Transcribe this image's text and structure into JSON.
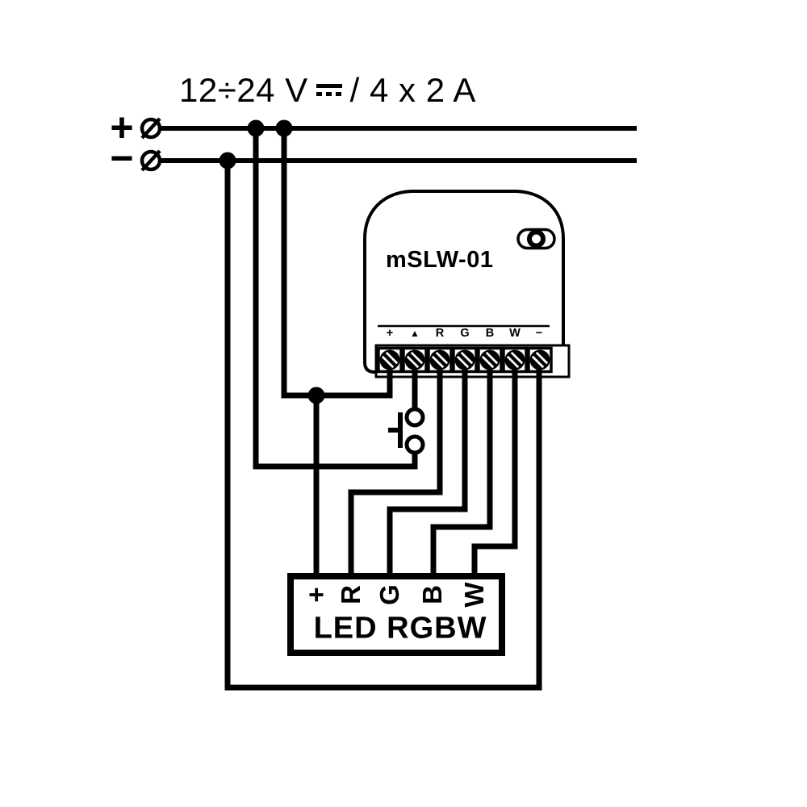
{
  "diagram": {
    "power_rating": {
      "voltage": "12÷24 V",
      "dc_icon": "dc-voltage-icon",
      "load": "/ 4 x 2 A"
    },
    "bus": {
      "positive_label": "+",
      "negative_label": "−"
    },
    "controller": {
      "model": "mSLW-01",
      "terminals": [
        "+",
        "▲",
        "R",
        "G",
        "B",
        "W",
        "−"
      ]
    },
    "led_strip": {
      "terminals": [
        "+",
        "R",
        "G",
        "B",
        "W"
      ],
      "label": "LED RGBW"
    },
    "icons": [
      "dc-voltage-icon",
      "power-terminal-icon",
      "service-button-icon",
      "push-button-symbol",
      "screw-terminal-icon",
      "junction-dot"
    ],
    "colors": {
      "line": "#000000",
      "background": "#ffffff"
    }
  }
}
